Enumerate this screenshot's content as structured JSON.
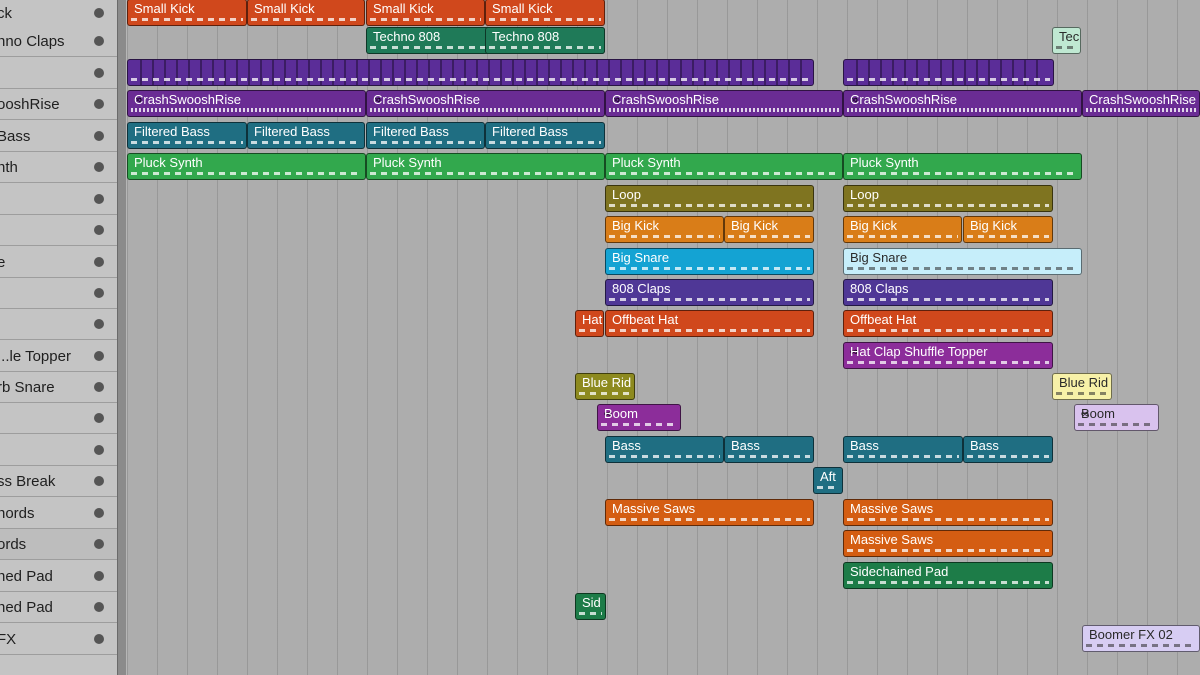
{
  "colors": {
    "orange_red": "#d0481c",
    "teal_green": "#1f7a58",
    "purple": "#6a2c94",
    "deep_purple": "#5b2d98",
    "teal_blue": "#1f6e82",
    "green": "#32a84d",
    "olive": "#7f7420",
    "orange": "#d97d18",
    "cyan": "#14a3d3",
    "light_cyan": "#c6eefa",
    "indigo": "#4f3796",
    "magenta": "#8c2d9a",
    "yellow_olive": "#8d8a1f",
    "light_yellow": "#f7f1a8",
    "light_purple": "#d9c2ee",
    "amber_orange": "#d45d12",
    "dark_green": "#1d7c48",
    "lavender": "#d7cdf3"
  },
  "tracks": [
    {
      "name": "ck"
    },
    {
      "name": "nno Claps"
    },
    {
      "name": ""
    },
    {
      "name": "ooshRise"
    },
    {
      "name": "Bass"
    },
    {
      "name": "nth"
    },
    {
      "name": ""
    },
    {
      "name": ""
    },
    {
      "name": "e"
    },
    {
      "name": ""
    },
    {
      "name": ""
    },
    {
      "name": "...le Topper"
    },
    {
      "name": "rb Snare"
    },
    {
      "name": ""
    },
    {
      "name": ""
    },
    {
      "name": "ss Break"
    },
    {
      "name": "nords"
    },
    {
      "name": "ords"
    },
    {
      "name": "ned Pad"
    },
    {
      "name": "ned Pad"
    },
    {
      "name": "FX"
    }
  ],
  "regions": [
    {
      "label": "Small Kick",
      "color": "orange_red",
      "row": 0
    },
    {
      "label": "Small Kick",
      "color": "orange_red",
      "row": 0
    },
    {
      "label": "Small Kick",
      "color": "orange_red",
      "row": 0
    },
    {
      "label": "Small Kick",
      "color": "orange_red",
      "row": 0
    },
    {
      "label": "Techno 808",
      "color": "teal_green",
      "row": 1
    },
    {
      "label": "Techno 808",
      "color": "teal_green",
      "row": 1
    },
    {
      "label": "Tec",
      "color": "light_green",
      "row": 1
    },
    {
      "label": "",
      "color": "deep_purple",
      "row": 2
    },
    {
      "label": "",
      "color": "deep_purple",
      "row": 2
    },
    {
      "label": "CrashSwooshRise",
      "color": "purple",
      "row": 3,
      "loop": true
    },
    {
      "label": "CrashSwooshRise",
      "color": "purple",
      "row": 3,
      "loop": true
    },
    {
      "label": "CrashSwooshRise",
      "color": "purple",
      "row": 3,
      "loop": true
    },
    {
      "label": "CrashSwooshRise",
      "color": "purple",
      "row": 3,
      "loop": true
    },
    {
      "label": "CrashSwooshRise",
      "color": "purple",
      "row": 3
    },
    {
      "label": "Filtered Bass",
      "color": "teal_blue",
      "row": 4
    },
    {
      "label": "Filtered Bass",
      "color": "teal_blue",
      "row": 4
    },
    {
      "label": "Filtered Bass",
      "color": "teal_blue",
      "row": 4
    },
    {
      "label": "Filtered Bass",
      "color": "teal_blue",
      "row": 4
    },
    {
      "label": "Pluck Synth",
      "color": "green",
      "row": 5
    },
    {
      "label": "Pluck Synth",
      "color": "green",
      "row": 5
    },
    {
      "label": "Pluck Synth",
      "color": "green",
      "row": 5
    },
    {
      "label": "Pluck Synth",
      "color": "green",
      "row": 5
    },
    {
      "label": "Loop",
      "color": "olive",
      "row": 6
    },
    {
      "label": "Loop",
      "color": "olive",
      "row": 6
    },
    {
      "label": "Big Kick",
      "color": "orange",
      "row": 7
    },
    {
      "label": "Big Kick",
      "color": "orange",
      "row": 7
    },
    {
      "label": "Big Kick",
      "color": "orange",
      "row": 7
    },
    {
      "label": "Big Kick",
      "color": "orange",
      "row": 7
    },
    {
      "label": "Big Snare",
      "color": "cyan",
      "row": 8
    },
    {
      "label": "Big Snare",
      "color": "light_cyan",
      "row": 8
    },
    {
      "label": "808 Claps",
      "color": "indigo",
      "row": 9
    },
    {
      "label": "808 Claps",
      "color": "indigo",
      "row": 9
    },
    {
      "label": "Hat",
      "color": "orange_red",
      "row": 10
    },
    {
      "label": "Offbeat Hat",
      "color": "orange_red",
      "row": 10
    },
    {
      "label": "Offbeat Hat",
      "color": "orange_red",
      "row": 10
    },
    {
      "label": "Hat Clap Shuffle Topper",
      "color": "magenta",
      "row": 11,
      "loop": true
    },
    {
      "label": "Blue Rid",
      "color": "yellow_olive",
      "row": 12
    },
    {
      "label": "Blue Rid",
      "color": "light_yellow",
      "row": 12
    },
    {
      "label": "Boom",
      "color": "magenta",
      "row": 13,
      "loop": true
    },
    {
      "label": "Boom",
      "color": "light_purple",
      "row": 13,
      "loop": true
    },
    {
      "label": "Bass",
      "color": "teal_blue",
      "row": 14
    },
    {
      "label": "Bass",
      "color": "teal_blue",
      "row": 14
    },
    {
      "label": "Bass",
      "color": "teal_blue",
      "row": 14
    },
    {
      "label": "Bass",
      "color": "teal_blue",
      "row": 14
    },
    {
      "label": "Aft",
      "color": "teal_blue",
      "row": 15
    },
    {
      "label": "Massive Saws",
      "color": "amber_orange",
      "row": 16
    },
    {
      "label": "Massive Saws",
      "color": "amber_orange",
      "row": 16
    },
    {
      "label": "Massive Saws",
      "color": "amber_orange",
      "row": 17
    },
    {
      "label": "Sidechained Pad",
      "color": "dark_green",
      "row": 18
    },
    {
      "label": "Sid",
      "color": "dark_green",
      "row": 19
    },
    {
      "label": "Boomer FX 02",
      "color": "lavender",
      "row": 20
    }
  ]
}
